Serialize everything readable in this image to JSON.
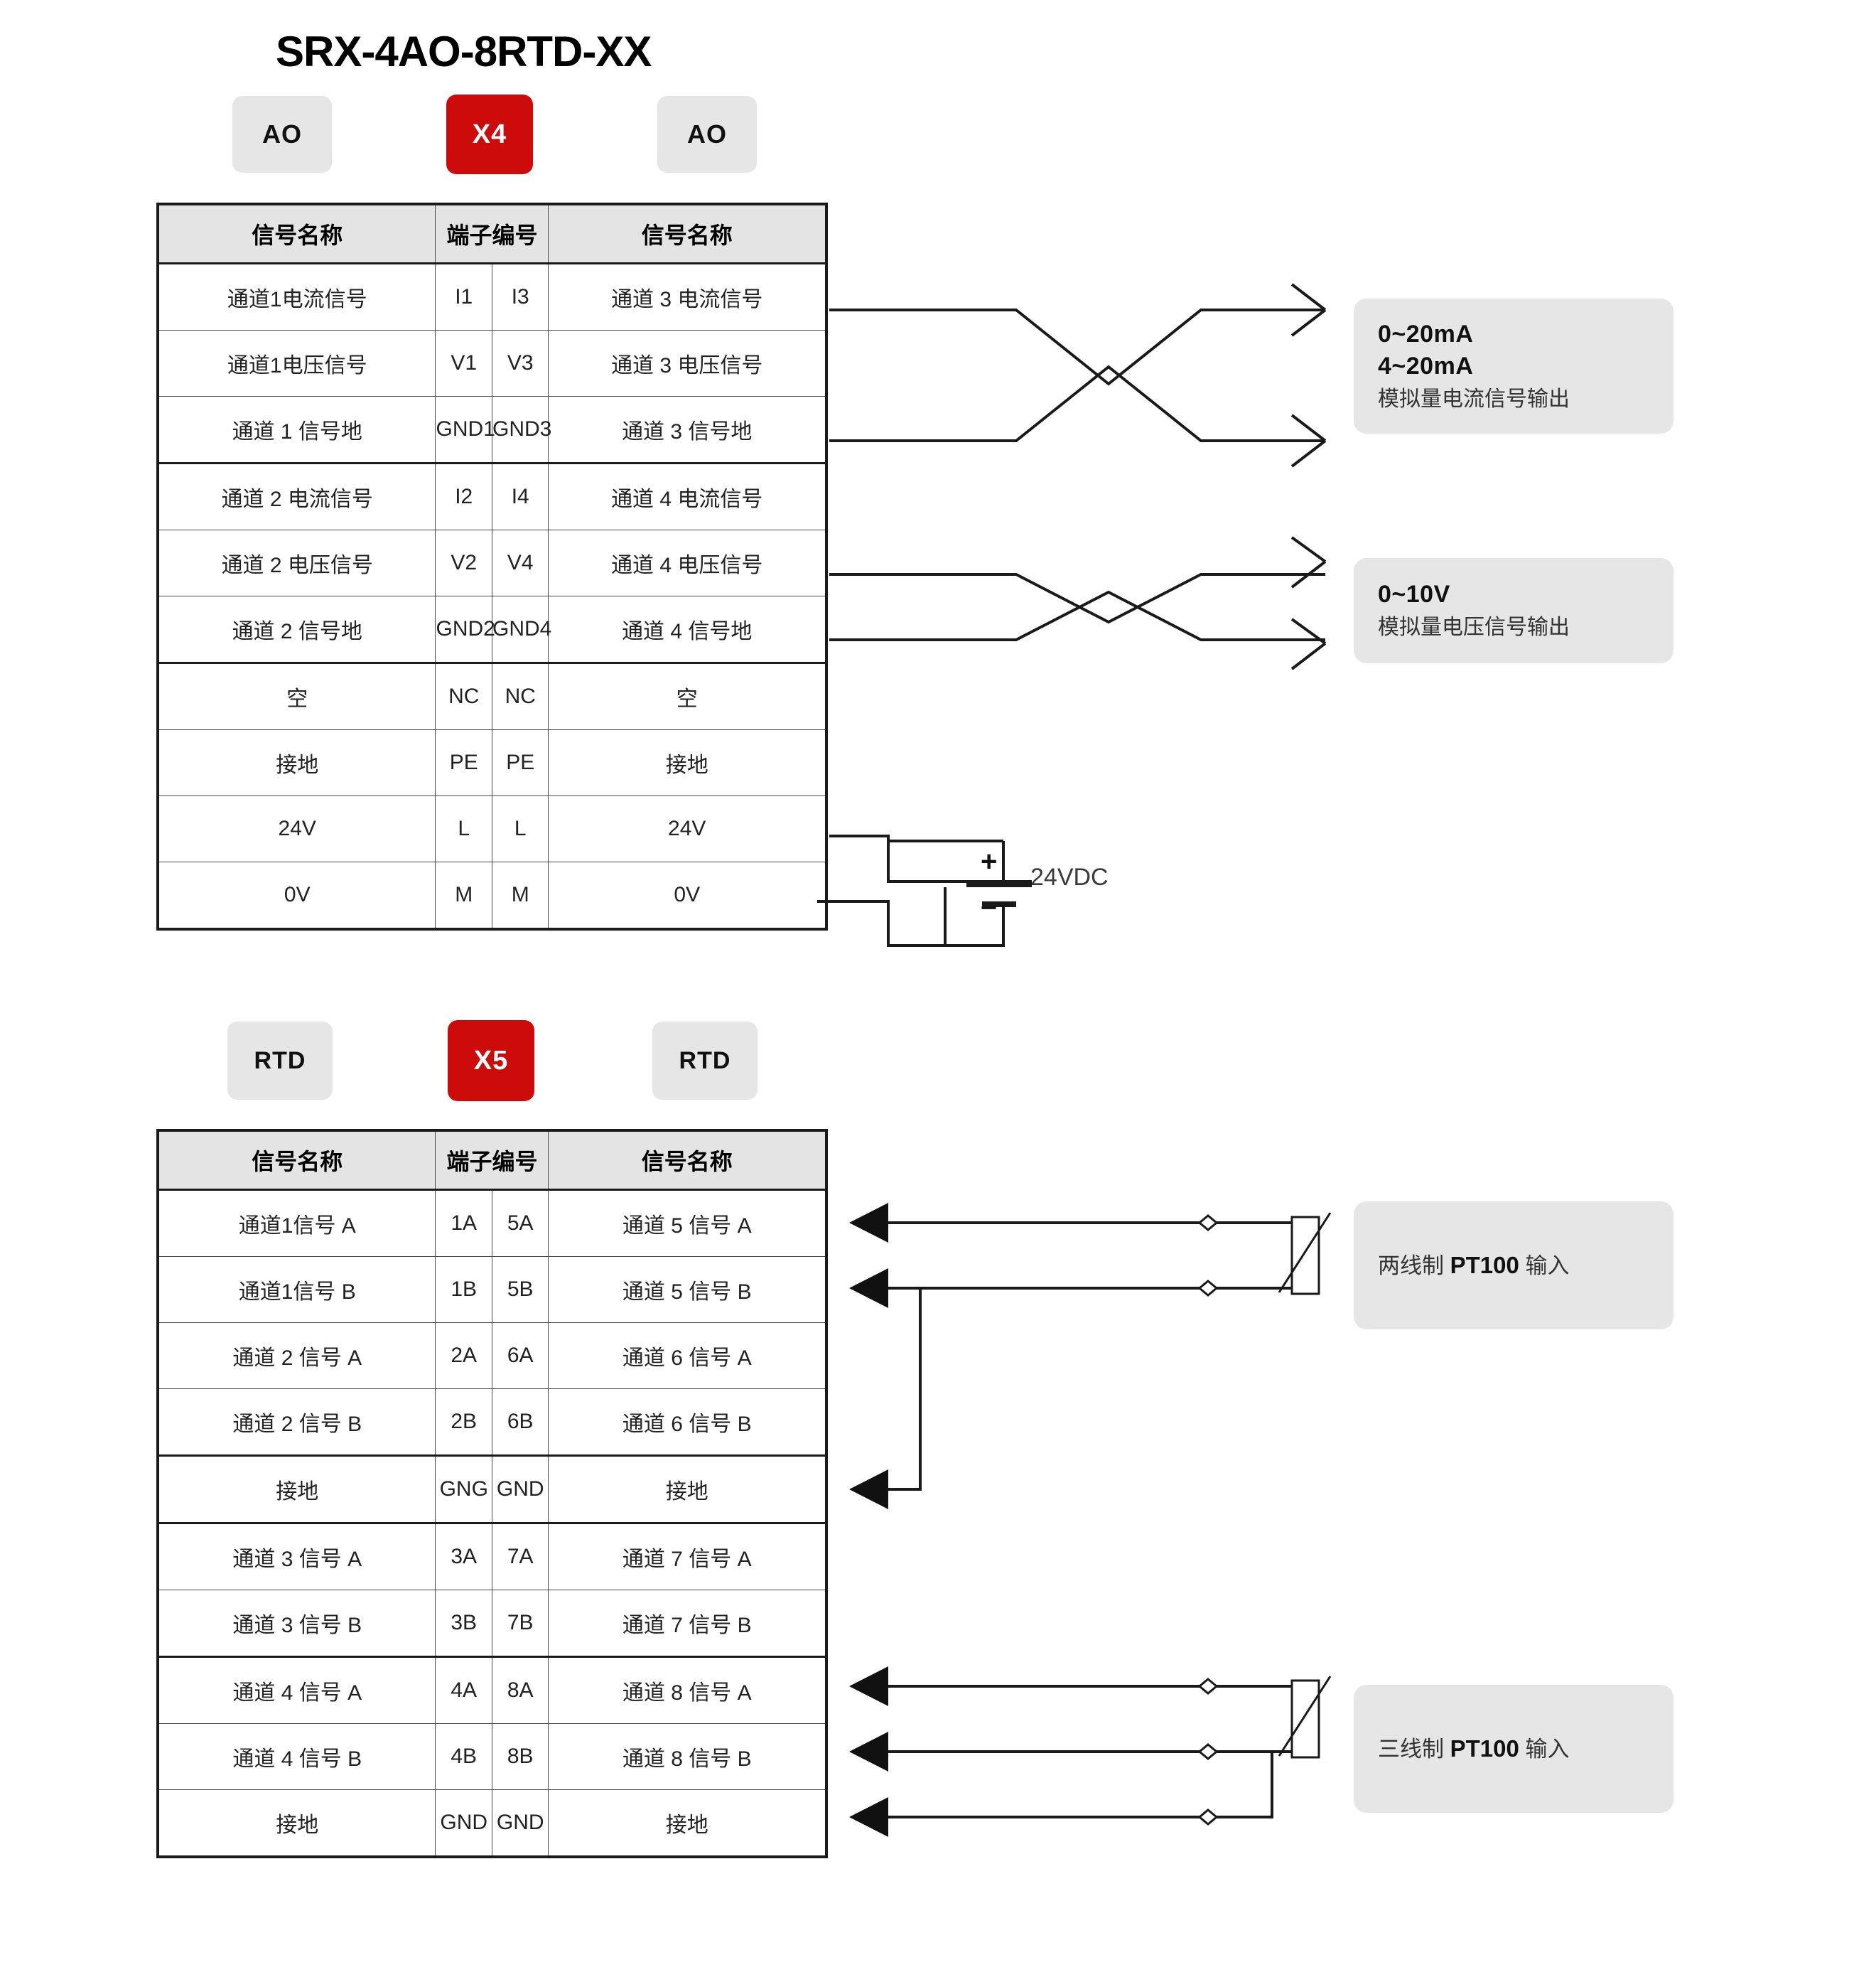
{
  "title": "SRX-4AO-8RTD-XX",
  "sections": [
    {
      "id": "ao",
      "badges": [
        {
          "label": "AO",
          "style": "grey"
        },
        {
          "label": "X4",
          "style": "red"
        },
        {
          "label": "AO",
          "style": "grey"
        }
      ],
      "headers": [
        "信号名称",
        "端子编号",
        "端子编号",
        "信号名称"
      ],
      "rows": [
        {
          "left_signal": "通道1电流信号",
          "left_term": "I1",
          "right_term": "I3",
          "right_signal": "通道 3 电流信号"
        },
        {
          "left_signal": "通道1电压信号",
          "left_term": "V1",
          "right_term": "V3",
          "right_signal": "通道 3 电压信号"
        },
        {
          "left_signal": "通道 1 信号地",
          "left_term": "GND1",
          "right_term": "GND3",
          "right_signal": "通道 3 信号地"
        },
        {
          "left_signal": "通道 2 电流信号",
          "left_term": "I2",
          "right_term": "I4",
          "right_signal": "通道 4 电流信号"
        },
        {
          "left_signal": "通道 2 电压信号",
          "left_term": "V2",
          "right_term": "V4",
          "right_signal": "通道 4 电压信号"
        },
        {
          "left_signal": "通道 2 信号地",
          "left_term": "GND2",
          "right_term": "GND4",
          "right_signal": "通道 4 信号地"
        },
        {
          "left_signal": "空",
          "left_term": "NC",
          "right_term": "NC",
          "right_signal": "空"
        },
        {
          "left_signal": "接地",
          "left_term": "PE",
          "right_term": "PE",
          "right_signal": "接地"
        },
        {
          "left_signal": "24V",
          "left_term": "L",
          "right_term": "L",
          "right_signal": "24V"
        },
        {
          "left_signal": "0V",
          "left_term": "M",
          "right_term": "M",
          "right_signal": "0V"
        }
      ],
      "callouts": [
        {
          "id": "current-output",
          "lines_bold": [
            "0~20mA",
            "4~20mA"
          ],
          "line_sub": "模拟量电流信号输出"
        },
        {
          "id": "voltage-output",
          "lines_bold": [
            "0~10V"
          ],
          "line_sub": "模拟量电压信号输出"
        }
      ],
      "power": {
        "label": "24VDC",
        "plus": "+",
        "minus": "−"
      }
    },
    {
      "id": "rtd",
      "badges": [
        {
          "label": "RTD",
          "style": "grey"
        },
        {
          "label": "X5",
          "style": "red"
        },
        {
          "label": "RTD",
          "style": "grey"
        }
      ],
      "headers": [
        "信号名称",
        "端子编号",
        "端子编号",
        "信号名称"
      ],
      "rows": [
        {
          "left_signal": "通道1信号 A",
          "left_term": "1A",
          "right_term": "5A",
          "right_signal": "通道 5 信号 A"
        },
        {
          "left_signal": "通道1信号 B",
          "left_term": "1B",
          "right_term": "5B",
          "right_signal": "通道 5 信号 B"
        },
        {
          "left_signal": "通道 2 信号 A",
          "left_term": "2A",
          "right_term": "6A",
          "right_signal": "通道 6 信号 A"
        },
        {
          "left_signal": "通道 2 信号 B",
          "left_term": "2B",
          "right_term": "6B",
          "right_signal": "通道 6 信号 B"
        },
        {
          "left_signal": "接地",
          "left_term": "GNG",
          "right_term": "GND",
          "right_signal": "接地"
        },
        {
          "left_signal": "通道 3 信号 A",
          "left_term": "3A",
          "right_term": "7A",
          "right_signal": "通道 7 信号 A"
        },
        {
          "left_signal": "通道 3 信号 B",
          "left_term": "3B",
          "right_term": "7B",
          "right_signal": "通道 7 信号 B"
        },
        {
          "left_signal": "通道 4 信号 A",
          "left_term": "4A",
          "right_term": "8A",
          "right_signal": "通道 8 信号 A"
        },
        {
          "left_signal": "通道 4 信号 B",
          "left_term": "4B",
          "right_term": "8B",
          "right_signal": "通道 8 信号 B"
        },
        {
          "left_signal": "接地",
          "left_term": "GND",
          "right_term": "GND",
          "right_signal": "接地"
        }
      ],
      "callouts": [
        {
          "id": "two-wire-pt100",
          "prefix": "两线制 ",
          "bold": "PT100",
          "suffix": " 输入"
        },
        {
          "id": "three-wire-pt100",
          "prefix": "三线制 ",
          "bold": "PT100",
          "suffix": " 输入"
        }
      ]
    }
  ],
  "colors": {
    "accent_red": "#ce0b0b",
    "badge_grey": "#e6e6e6",
    "header_grey": "#e4e4e4",
    "line": "#1a1a1a"
  }
}
